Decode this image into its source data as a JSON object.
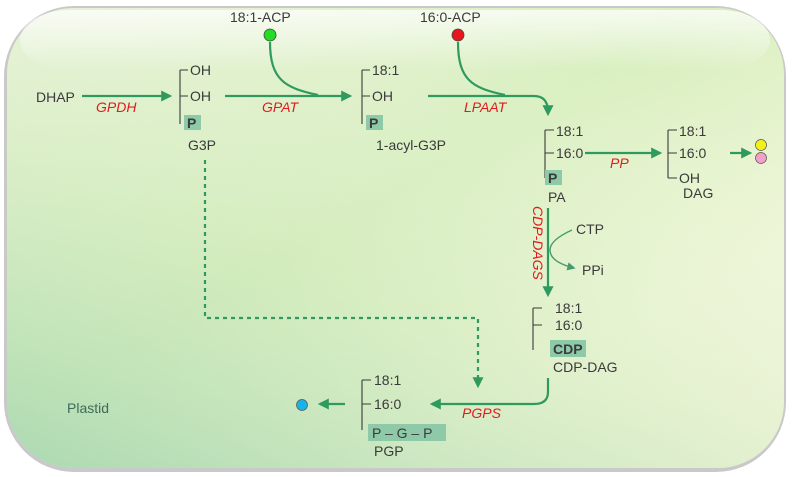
{
  "compartment": "Plastid",
  "substrates": {
    "acp_18_1": "18:1-ACP",
    "acp_16_0": "16:0-ACP",
    "dhap": "DHAP",
    "ctp": "CTP",
    "ppi": "PPi"
  },
  "enzymes": {
    "gpdh": "GPDH",
    "gpat": "GPAT",
    "lpaat": "LPAAT",
    "pp": "PP",
    "cdp_dags": "CDP-DAGS",
    "pgps": "PGPS"
  },
  "g3p": {
    "c1": "OH",
    "c2": "OH",
    "p": "P",
    "name": "G3P"
  },
  "acyl_g3p": {
    "c1": "18:1",
    "c2": "OH",
    "p": "P",
    "name": "1-acyl-G3P"
  },
  "pa": {
    "c1": "18:1",
    "c2": "16:0",
    "p": "P",
    "name": "PA"
  },
  "dag": {
    "c1": "18:1",
    "c2": "16:0",
    "c3": "OH",
    "name": "DAG"
  },
  "cdp_dag": {
    "c1": "18:1",
    "c2": "16:0",
    "head": "CDP",
    "name": "CDP-DAG"
  },
  "pgp": {
    "c1": "18:1",
    "c2": "16:0",
    "head": "P – G – P",
    "name": "PGP"
  },
  "colors": {
    "acp_18_1": "#22dd22",
    "acp_16_0": "#e8141e",
    "dag_dot_1": "#f2f21a",
    "dag_dot_2": "#f2a0c8",
    "pgp_dot": "#1ab2e8",
    "arrow": "#2e9a5e",
    "enzyme": "#e01b1b"
  }
}
